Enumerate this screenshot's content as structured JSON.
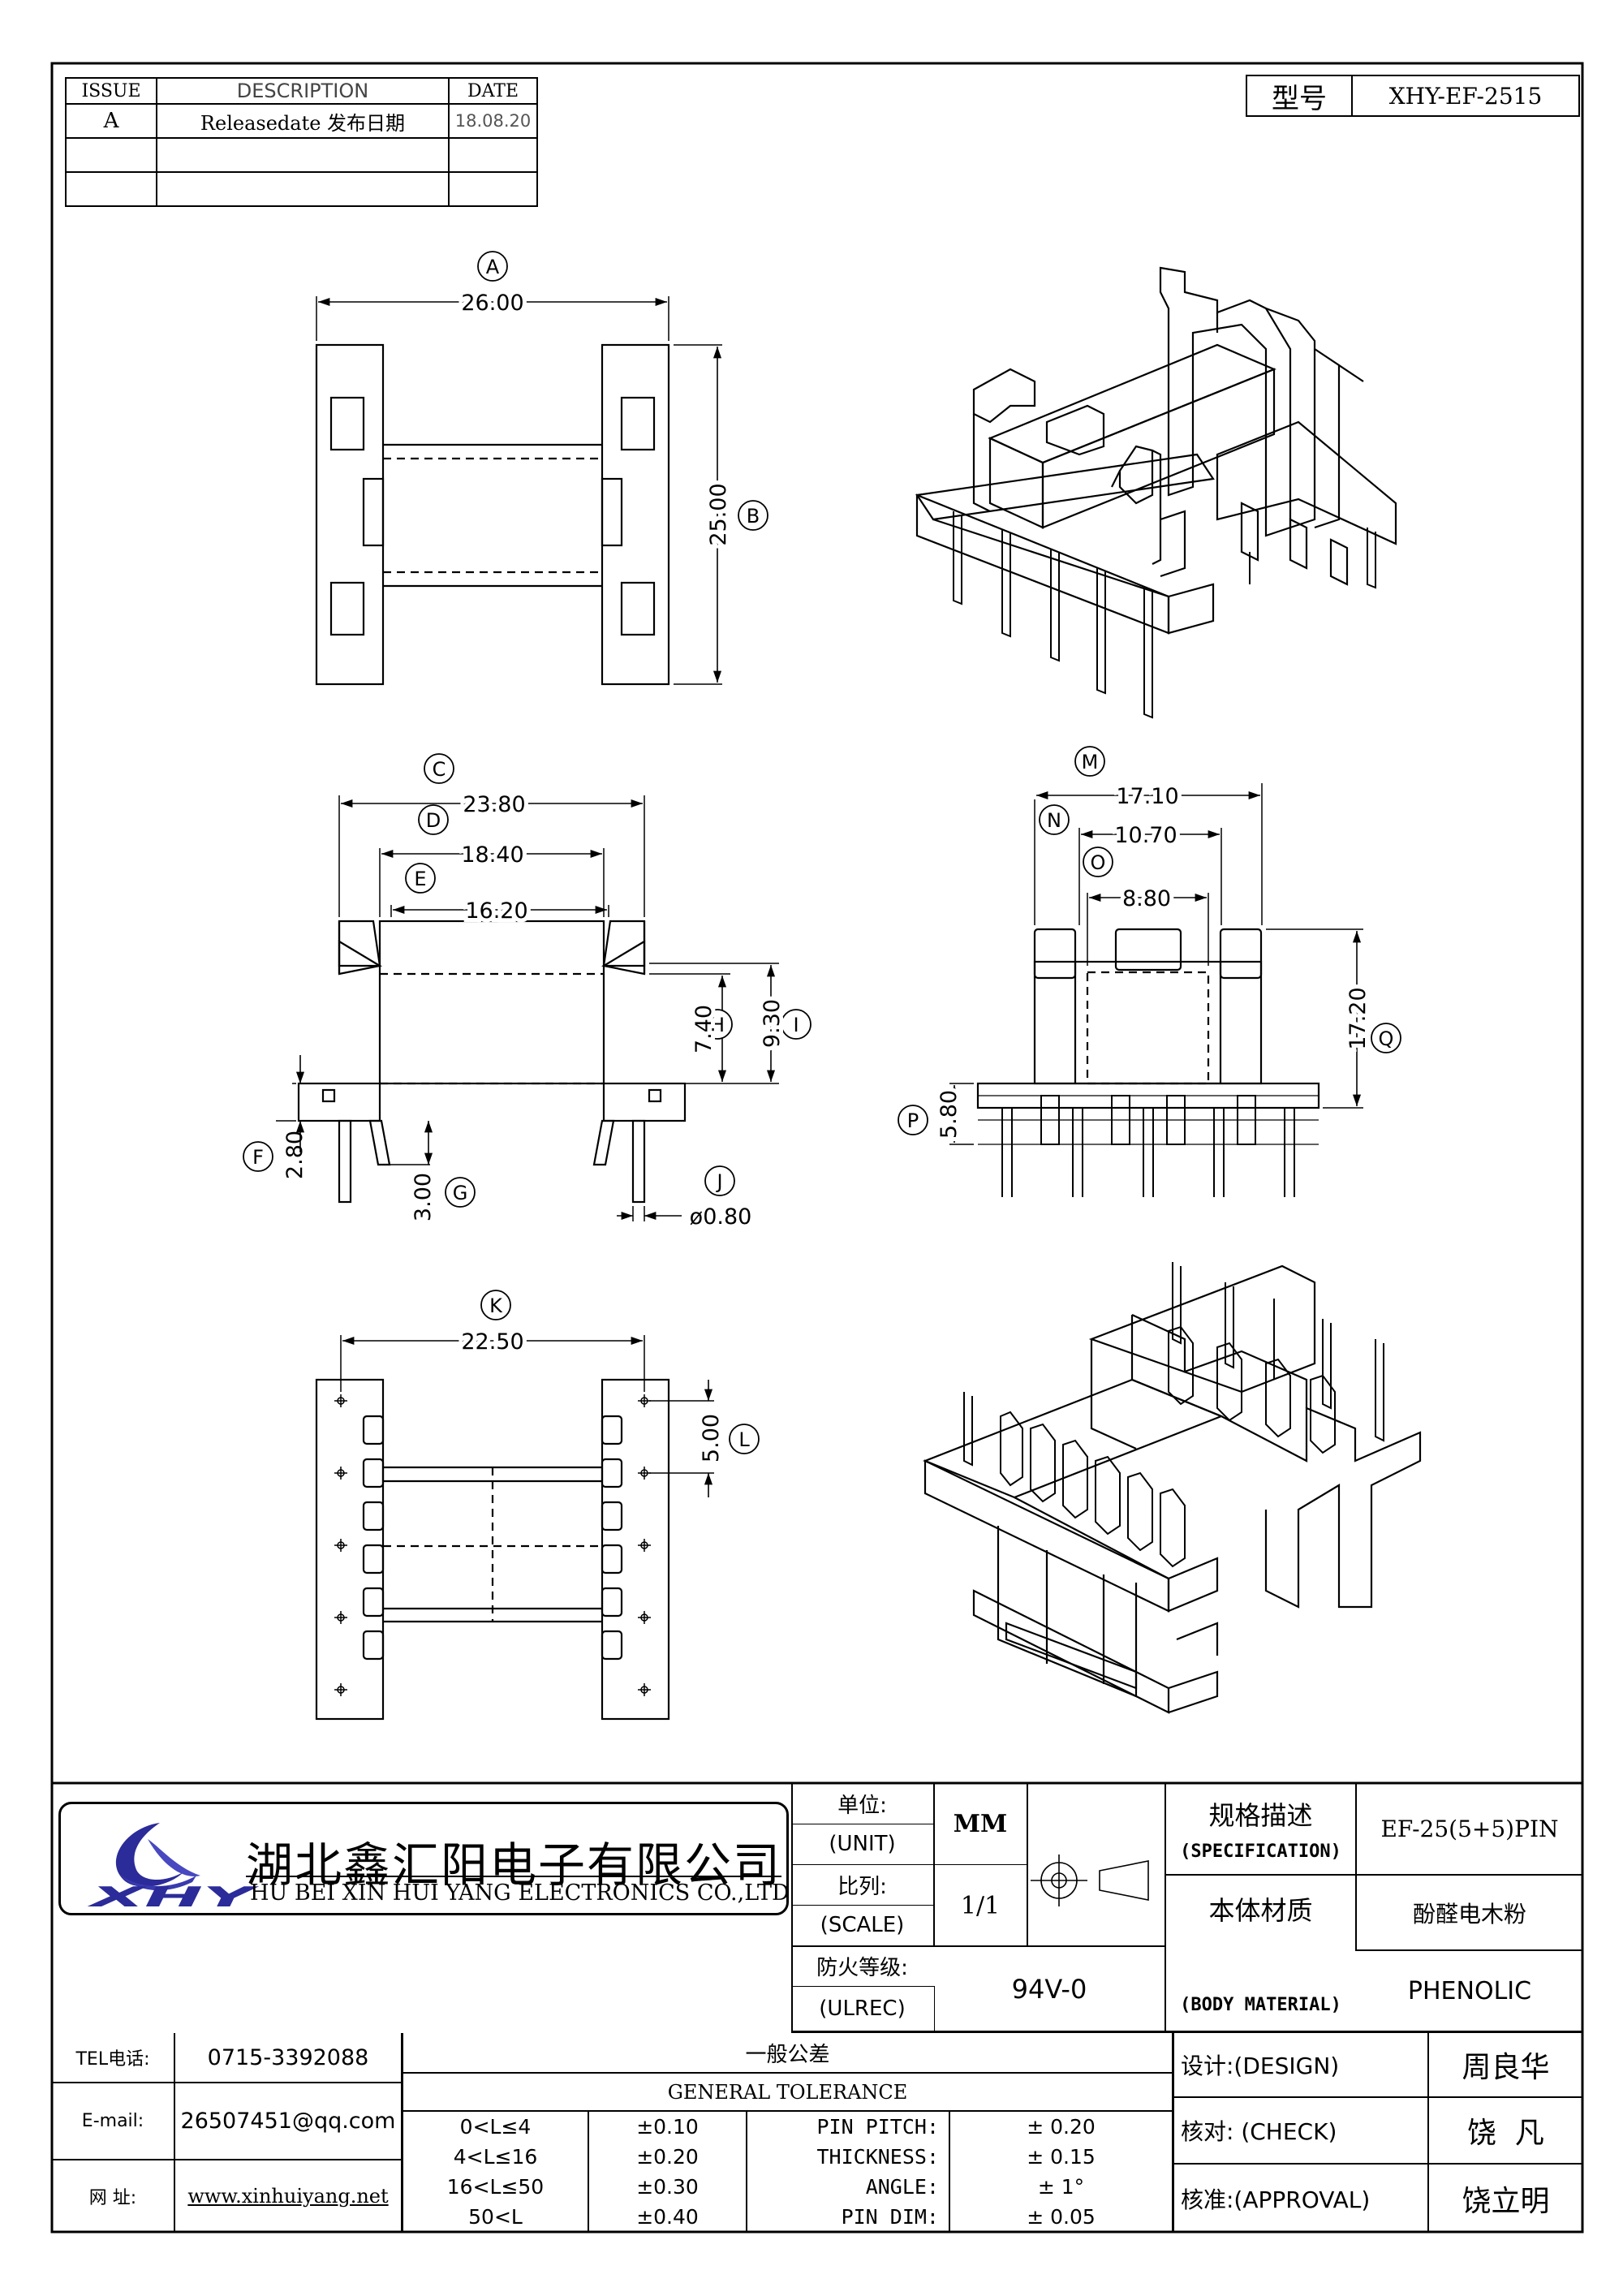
{
  "revision": {
    "headers": [
      "ISSUE",
      "DESCRIPTION",
      "DATE"
    ],
    "rows": [
      {
        "issue": "A",
        "description": "Releasedate 发布日期",
        "date": "18.08.20"
      },
      {
        "issue": "",
        "description": "",
        "date": ""
      },
      {
        "issue": "",
        "description": "",
        "date": ""
      }
    ]
  },
  "model": {
    "label": "型号",
    "value": "XHY-EF-2515"
  },
  "dims": {
    "A": {
      "tag": "A",
      "value": "26.00"
    },
    "B": {
      "tag": "B",
      "value": "25.00"
    },
    "C": {
      "tag": "C",
      "value": "23.80"
    },
    "D": {
      "tag": "D",
      "value": "18.40"
    },
    "E": {
      "tag": "E",
      "value": "16.20"
    },
    "F": {
      "tag": "F",
      "value": "2.80"
    },
    "G": {
      "tag": "G",
      "value": "3.00"
    },
    "H": {
      "tag": "H",
      "value": "7.40"
    },
    "I": {
      "tag": "I",
      "value": "9.30"
    },
    "J": {
      "tag": "J",
      "value": "ø0.80"
    },
    "K": {
      "tag": "K",
      "value": "22.50"
    },
    "L": {
      "tag": "L",
      "value": "5.00"
    },
    "M": {
      "tag": "M",
      "value": "17.10"
    },
    "N": {
      "tag": "N",
      "value": "10.70"
    },
    "O": {
      "tag": "O",
      "value": "8.80"
    },
    "P": {
      "tag": "P",
      "value": "5.80"
    },
    "Q": {
      "tag": "Q",
      "value": "17.20"
    }
  },
  "company": {
    "name_cn": "湖北鑫汇阳电子有限公司",
    "name_en": "HU BEI XIN HUI YANG ELECTRONICS CO.,LTD",
    "logo_text": "XHY"
  },
  "specs": {
    "unit_cn": "单位:",
    "unit_en": "(UNIT)",
    "unit_value": "MM",
    "scale_cn": "比列:",
    "scale_en": "(SCALE)",
    "scale_value": "1/1",
    "fire_cn": "防火等级:",
    "fire_en": "(ULREC)",
    "fire_value": "94V-0",
    "spec_cn": "规格描述",
    "spec_en": "(SPECIFICATION)",
    "spec_value": "EF-25(5+5)PIN",
    "material_cn": "本体材质",
    "material_en": "(BODY MATERIAL)",
    "material_value_cn": "酚醛电木粉",
    "material_value_en": "PHENOLIC"
  },
  "contact": {
    "tel_label": "TEL电话:",
    "tel": "0715-3392088",
    "email_label": "E-mail:",
    "email": "26507451@qq.com",
    "web_label": "网  址:",
    "web": "www.xinhuiyang.net"
  },
  "tolerance": {
    "title_cn": "一般公差",
    "title_en": "GENERAL TOLERANCE",
    "ranges": [
      {
        "range": "0<L≤4",
        "tol": "±0.10"
      },
      {
        "range": "4<L≤16",
        "tol": "±0.20"
      },
      {
        "range": "16<L≤50",
        "tol": "±0.30"
      },
      {
        "range": "50<L",
        "tol": "±0.40"
      }
    ],
    "items": [
      {
        "name": "PIN PITCH:",
        "tol": "± 0.20"
      },
      {
        "name": "THICKNESS:",
        "tol": "± 0.15"
      },
      {
        "name": "ANGLE:",
        "tol": "± 1°"
      },
      {
        "name": "PIN DIM:",
        "tol": "± 0.05"
      }
    ]
  },
  "approval": {
    "design_label": "设计:(DESIGN)",
    "design_name": "周良华",
    "check_label": "核对: (CHECK)",
    "check_name": "饶  凡",
    "approve_label": "核准:(APPROVAL)",
    "approve_name": "饶立明"
  }
}
